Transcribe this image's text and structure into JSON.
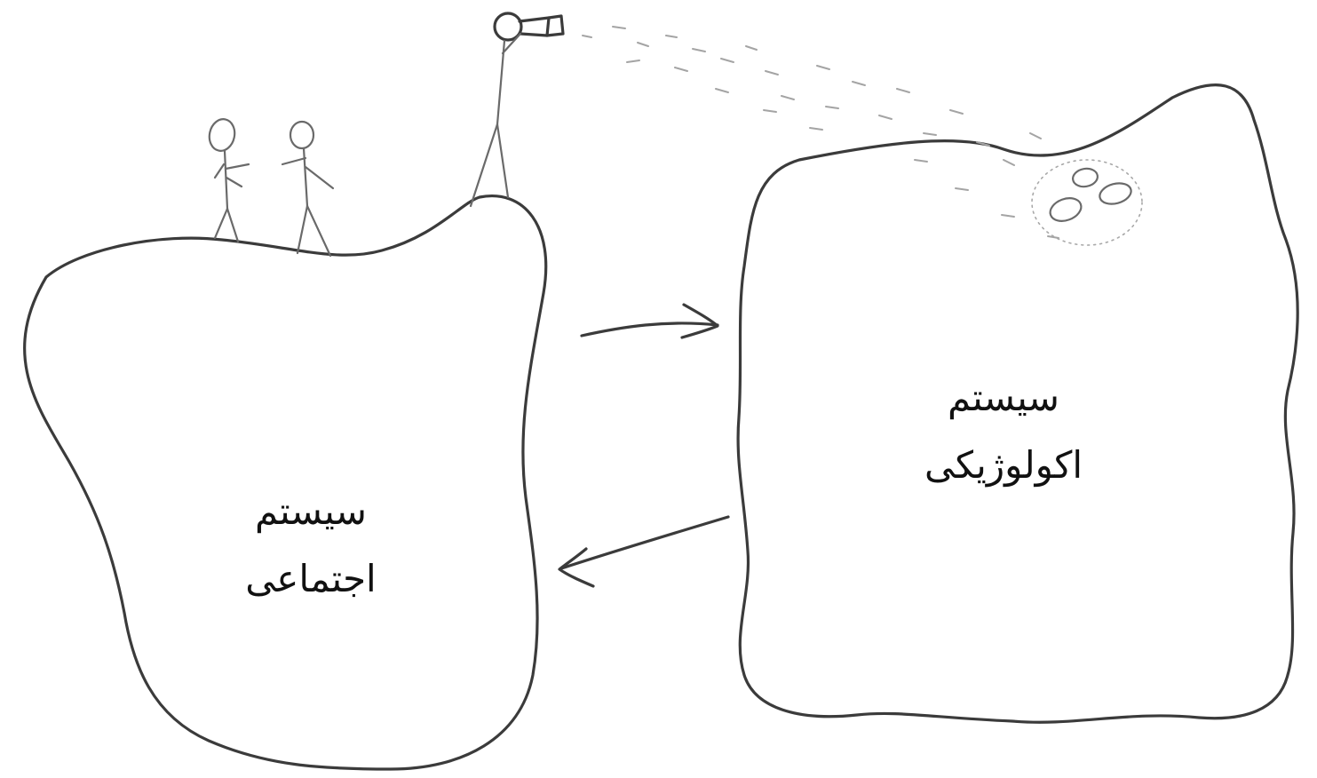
{
  "social_system": {
    "line1": "سیستم",
    "line2": "اجتماعی"
  },
  "ecological_system": {
    "line1": "سیستم",
    "line2": "اکولوژیکی"
  },
  "colors": {
    "pencil": "#3b3b3b",
    "pencil_light": "#a4a4a4",
    "paper": "#ffffff",
    "text": "#111111"
  },
  "icons": {
    "observer": "telescope-observer",
    "people": "stick-figures",
    "target": "observed-spot-on-ecosystem"
  }
}
